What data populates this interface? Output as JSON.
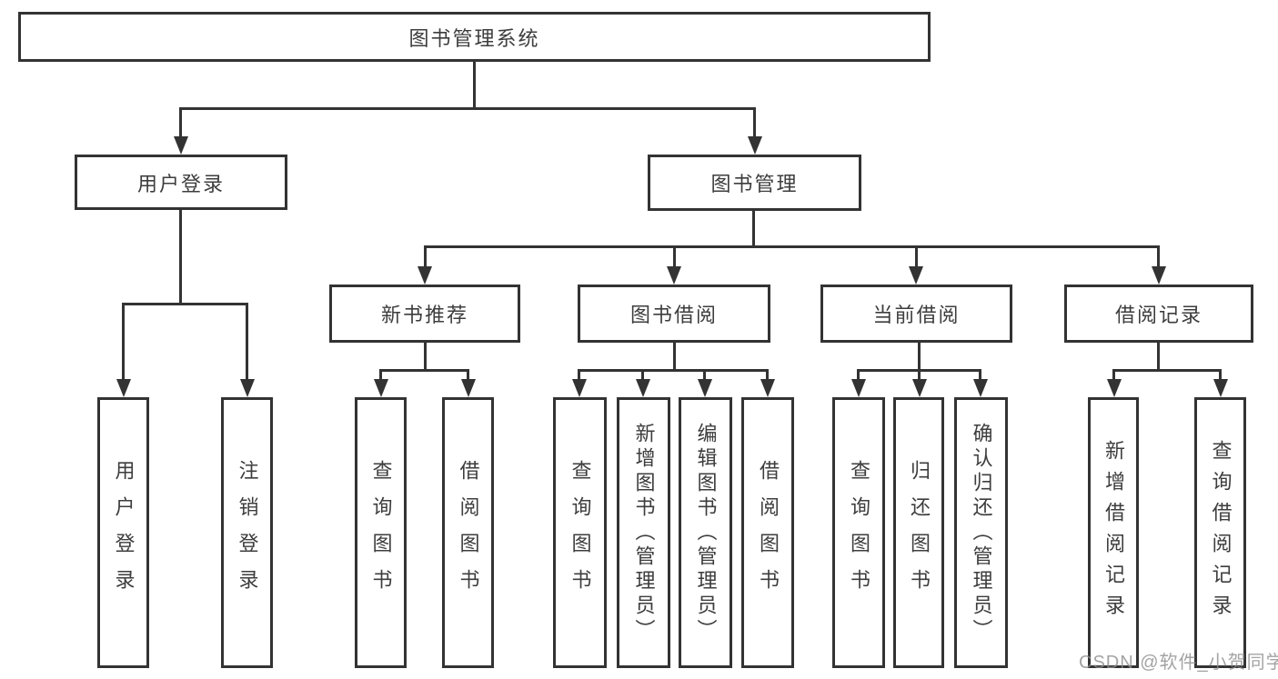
{
  "diagram": {
    "title": "图书管理系统",
    "root": {
      "label": "图书管理系统"
    },
    "level2": [
      {
        "label": "用户登录"
      },
      {
        "label": "图书管理"
      }
    ],
    "level3": [
      {
        "label": "新书推荐"
      },
      {
        "label": "图书借阅"
      },
      {
        "label": "当前借阅"
      },
      {
        "label": "借阅记录"
      }
    ],
    "leaves": [
      {
        "label": "用户登录"
      },
      {
        "label": "注销登录"
      },
      {
        "label": "查询图书"
      },
      {
        "label": "借阅图书"
      },
      {
        "label": "查询图书"
      },
      {
        "label": "新增图书（管理员）"
      },
      {
        "label": "编辑图书（管理员）"
      },
      {
        "label": "借阅图书"
      },
      {
        "label": "查询图书"
      },
      {
        "label": "归还图书"
      },
      {
        "label": "确认归还（管理员）"
      },
      {
        "label": "新增借阅记录"
      },
      {
        "label": "查询借阅记录"
      }
    ],
    "watermark": "CSDN @软件_小贺同学",
    "colors": {
      "line": "#333333",
      "text": "#3d3d3d",
      "background": "#ffffff",
      "watermark": "#8c8c8c"
    }
  }
}
